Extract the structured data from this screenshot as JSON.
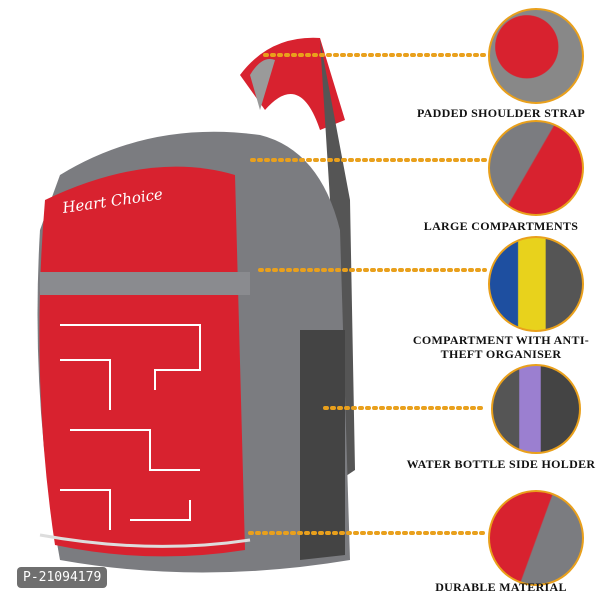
{
  "brand_text": "Heart Choice",
  "product_id": "P-21094179",
  "features": [
    {
      "label": "PADDED SHOULDER STRAP"
    },
    {
      "label": "LARGE COMPARTMENTS"
    },
    {
      "label": "COMPARTMENT WITH ANTI-THEFT ORGANISER"
    },
    {
      "label": "WATER BOTTLE SIDE HOLDER"
    },
    {
      "label": "DURABLE MATERIAL"
    }
  ],
  "colors": {
    "bag_red": "#d8222f",
    "bag_grey": "#7b7c80",
    "accent": "#e9a01c"
  }
}
